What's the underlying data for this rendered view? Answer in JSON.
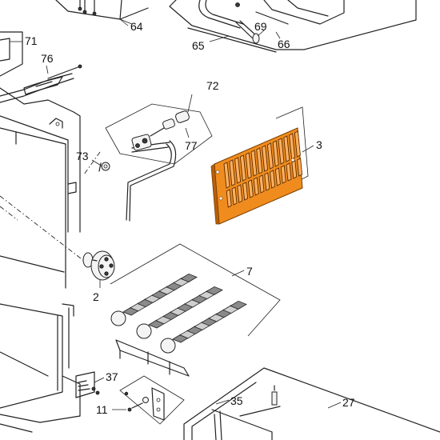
{
  "labels": {
    "p64": "64",
    "p65": "65",
    "p66": "66",
    "p69": "69",
    "p71": "71",
    "p76": "76",
    "p72": "72",
    "p77": "77",
    "p73": "73",
    "p3": "3",
    "p2": "2",
    "p7": "7",
    "p37": "37",
    "p11": "11",
    "p35": "35",
    "p27": "27"
  },
  "colors": {
    "highlight": "#F08C1E",
    "highlight_dark": "#B85F0A",
    "line": "#222222"
  }
}
